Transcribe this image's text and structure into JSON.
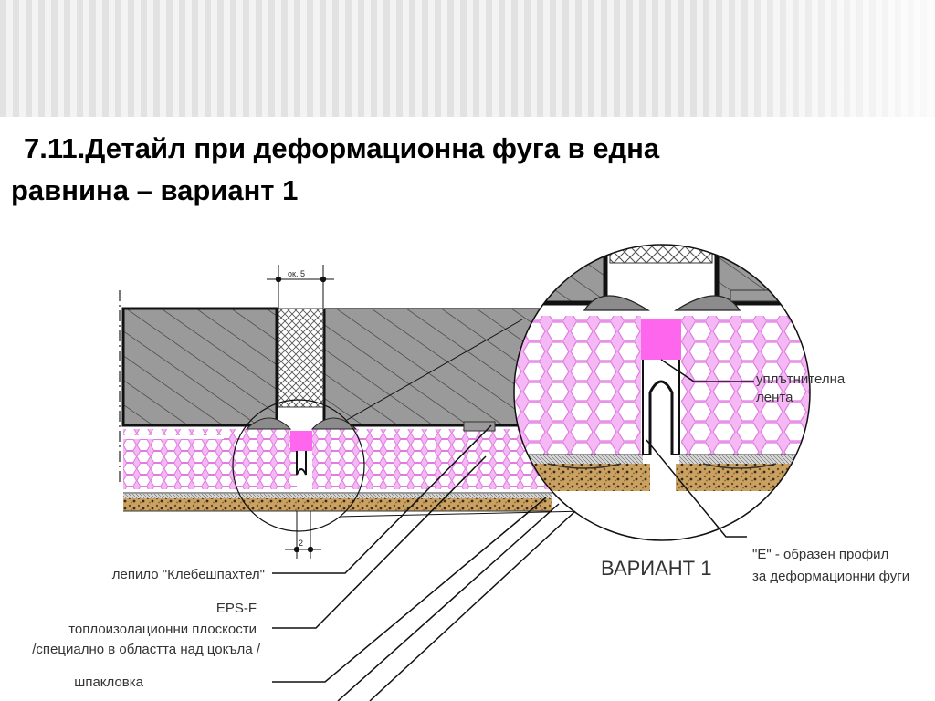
{
  "slide": {
    "title_line1": "7.11.Детайл при деформационна фуга в една",
    "title_line2": "равнина – вариант 1"
  },
  "diagram": {
    "dim_top": "ок. 5",
    "dim_bottom": "2",
    "label_adhesive": "лепило \"Клебешпахтел\"",
    "label_eps": "EPS-F",
    "label_insulation_1": "топлоизолационни плоскости",
    "label_insulation_2": "/специално в областта над цокъла /",
    "label_putty": "шпакловка",
    "label_seal_1": "уплътнителна",
    "label_seal_2": "лента",
    "label_variant": "ВАРИАНТ 1",
    "label_profile_1": "\"Е\" - образен профил",
    "label_profile_2": "за деформационни  фуги"
  },
  "colors": {
    "concrete": "#9a9a9a",
    "insulation": "#f4b8f4",
    "insulation_cell": "#ffffff",
    "seal": "#ff66ee",
    "render": "#a07830"
  }
}
